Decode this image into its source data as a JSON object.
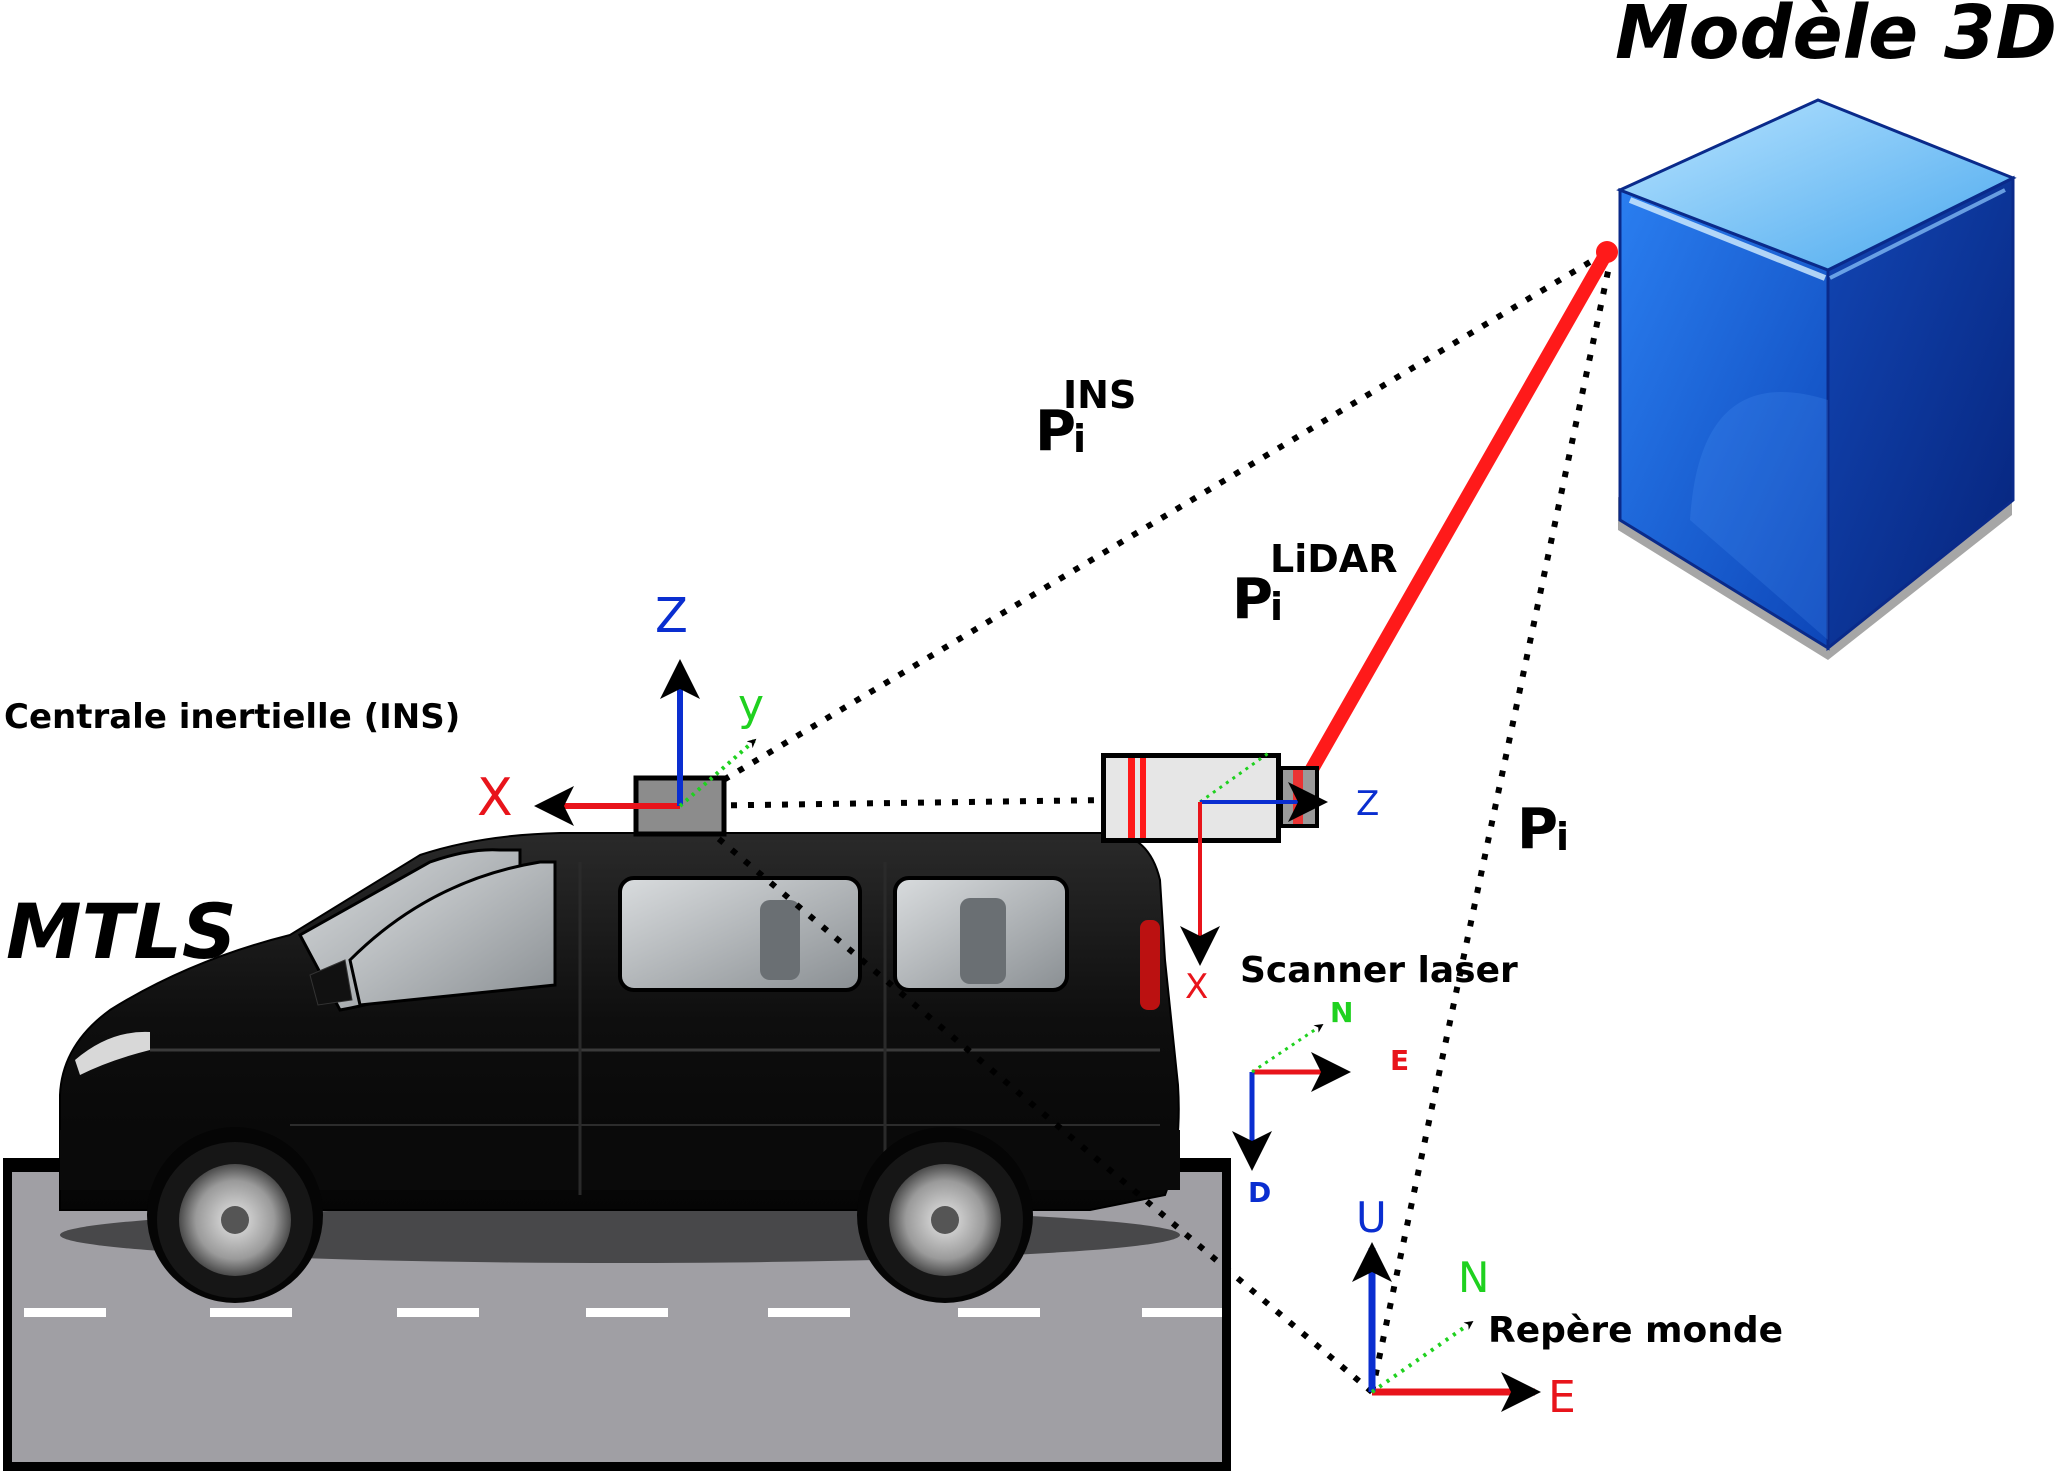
{
  "title": "Modèle 3D",
  "system_label": "MTLS",
  "ins": {
    "label": "Centrale inertielle (INS)",
    "axes": {
      "x": "X",
      "y": "y",
      "z": "Z"
    }
  },
  "scanner": {
    "label": "Scanner laser",
    "axes": {
      "x": "X",
      "z": "Z"
    }
  },
  "ned": {
    "n": "N",
    "e": "E",
    "d": "D"
  },
  "world": {
    "label": "Repère monde",
    "axes": {
      "u": "U",
      "n": "N",
      "e": "E"
    }
  },
  "vectors": {
    "p_ins": {
      "main": "P",
      "sub": "i",
      "sup": "INS"
    },
    "p_lidar": {
      "main": "P",
      "sub": "i",
      "sup": "LiDAR"
    },
    "p_world": {
      "main": "P",
      "sub": "i"
    }
  },
  "colors": {
    "x_axis": "#e8141b",
    "z_axis": "#0a2ed0",
    "y_axis": "#1fd11f",
    "lidar_ray": "#ff1a1a",
    "cube_front": "#1a5fd8",
    "cube_side": "#0a2f9a",
    "road": "#a09fa4",
    "van": "#111111"
  }
}
